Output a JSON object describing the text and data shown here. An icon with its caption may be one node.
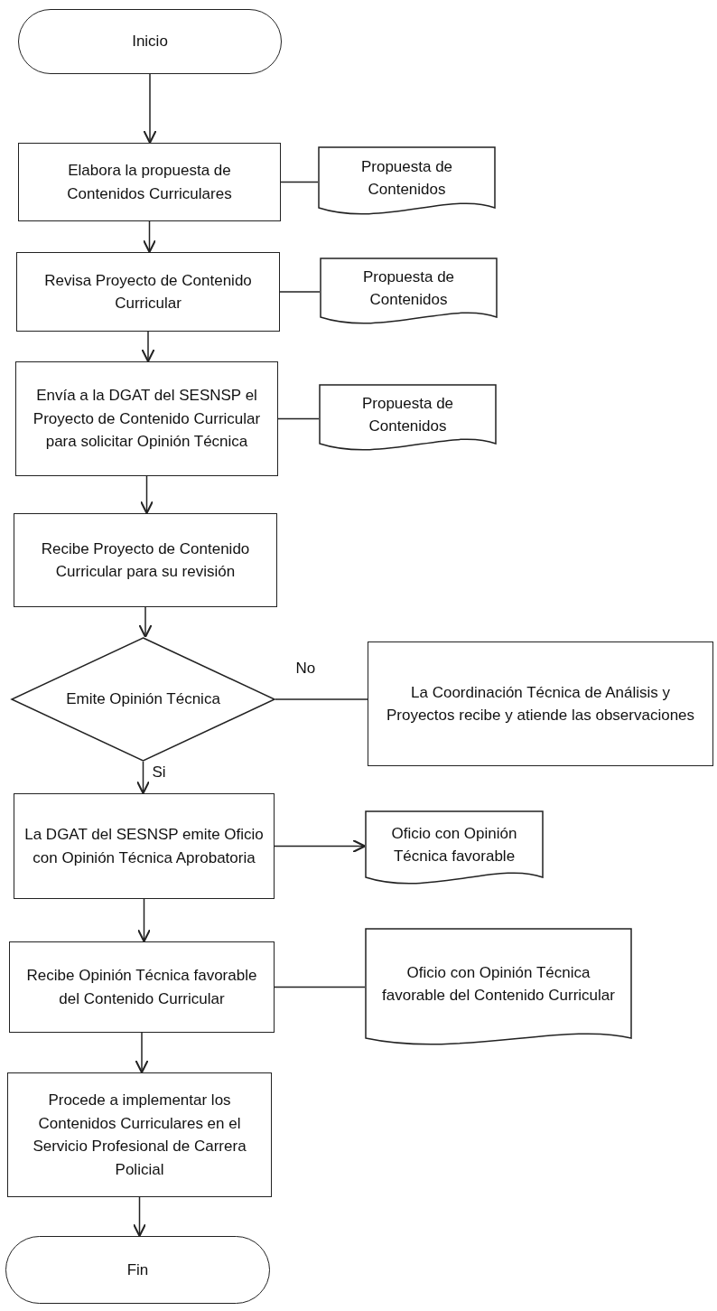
{
  "diagram": {
    "nodes": [
      {
        "text": [
          "Inicio"
        ]
      },
      {
        "text": [
          "Elabora la propuesta de Contenidos Curriculares"
        ]
      },
      {
        "text": [
          "Propuesta de Contenidos"
        ]
      },
      {
        "text": [
          "Revisa Proyecto de Contenido Curricular"
        ]
      },
      {
        "text": [
          "Propuesta de Contenidos"
        ]
      },
      {
        "text": [
          "Envía a la DGAT del SESNSP el Proyecto de Contenido Curricular para solicitar Opinión Técnica"
        ]
      },
      {
        "text": [
          "Propuesta de Contenidos"
        ]
      },
      {
        "text": [
          "Recibe Proyecto de Contenido Curricular para su revisión"
        ]
      },
      {
        "text": [
          "Emite Opinión Técnica"
        ]
      },
      {
        "text": [
          "La Coordinación Técnica de Análisis y Proyectos recibe y atiende las observaciones"
        ]
      },
      {
        "text": [
          "La DGAT del SESNSP emite Oficio con Opinión Técnica Aprobatoria"
        ]
      },
      {
        "text": [
          "Oficio con Opinión Técnica favorable"
        ]
      },
      {
        "text": [
          "Recibe Opinión Técnica favorable del Contenido Curricular"
        ]
      },
      {
        "text": [
          "Oficio con Opinión Técnica favorable del Contenido Curricular"
        ]
      },
      {
        "text": [
          "Procede a implementar los Contenidos Curriculares en el Servicio Profesional de Carrera Policial"
        ]
      },
      {
        "text": [
          "Fin"
        ]
      }
    ],
    "edges": [
      {
        "from": 0,
        "to": 1,
        "arrow": "to"
      },
      {
        "from": 1,
        "to": 2,
        "arrow": "none"
      },
      {
        "from": 1,
        "to": 3,
        "arrow": "to"
      },
      {
        "from": 3,
        "to": 4,
        "arrow": "none"
      },
      {
        "from": 3,
        "to": 5,
        "arrow": "to"
      },
      {
        "from": 5,
        "to": 6,
        "arrow": "none"
      },
      {
        "from": 5,
        "to": 7,
        "arrow": "to"
      },
      {
        "from": 7,
        "to": 8,
        "arrow": "to"
      },
      {
        "from": 8,
        "to": 9,
        "arrow": "none",
        "label": "No"
      },
      {
        "from": 8,
        "to": 10,
        "arrow": "to",
        "label": "Si"
      },
      {
        "from": 10,
        "to": 11,
        "arrow": "to"
      },
      {
        "from": 10,
        "to": 12,
        "arrow": "to"
      },
      {
        "from": 12,
        "to": 13,
        "arrow": "none"
      },
      {
        "from": 12,
        "to": 14,
        "arrow": "to"
      },
      {
        "from": 14,
        "to": 15,
        "arrow": "to"
      }
    ]
  }
}
